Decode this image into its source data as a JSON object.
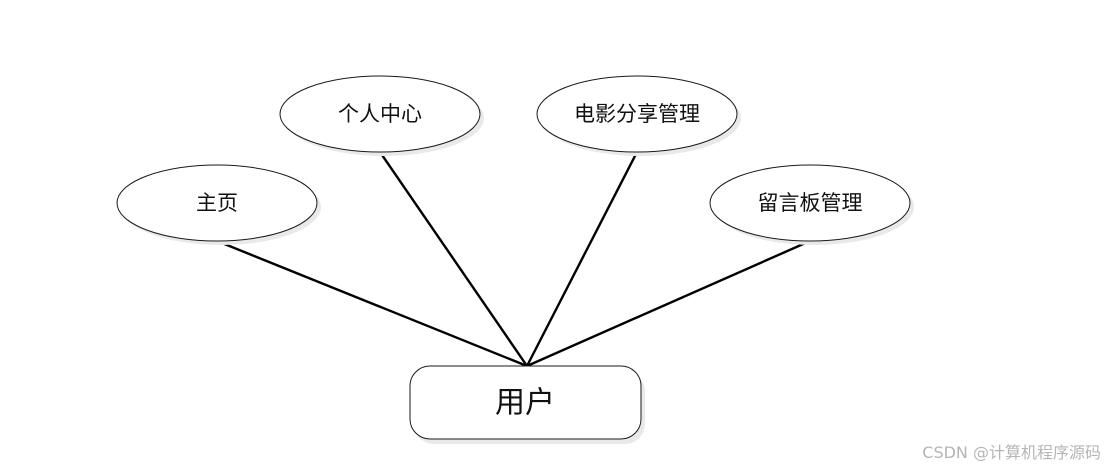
{
  "diagram": {
    "root": {
      "label": "用户"
    },
    "children": [
      {
        "label": "主页"
      },
      {
        "label": "个人中心"
      },
      {
        "label": "电影分享管理"
      },
      {
        "label": "留言板管理"
      }
    ]
  },
  "watermark": "CSDN @计算机程序源码"
}
